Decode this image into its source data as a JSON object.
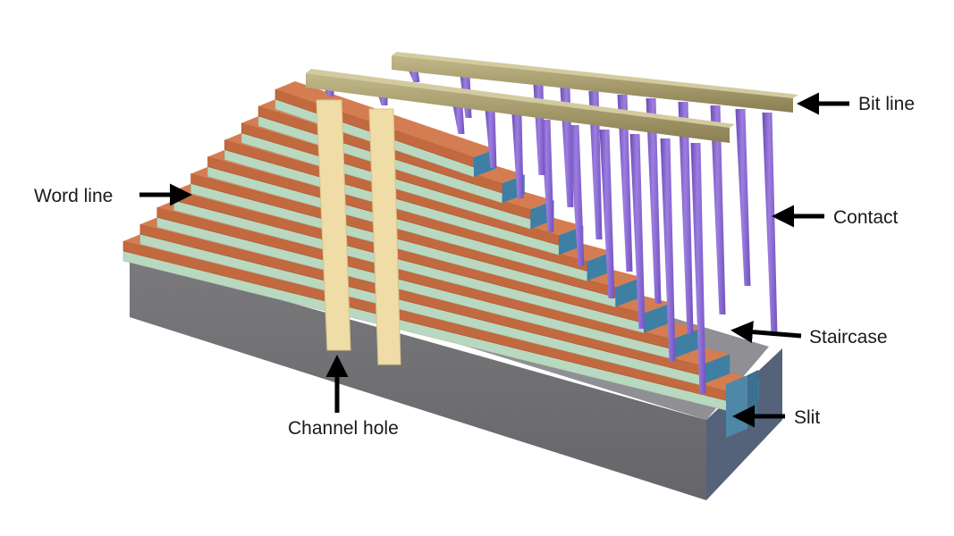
{
  "labels": {
    "bit_line": "Bit line",
    "contact": "Contact",
    "word_line": "Word line",
    "staircase": "Staircase",
    "slit": "Slit",
    "channel_hole": "Channel hole"
  },
  "colors": {
    "background": "#ffffff",
    "substrate_front": "#717174",
    "substrate_side": "#54627a",
    "substrate_top": "#8f8f94",
    "word_line_copper": "#c3693f",
    "insulator_mint": "#b9d8c0",
    "channel_hole": "#efdca6",
    "contact_purple": "#8b69cf",
    "bit_line_gold": "#a59a6c",
    "slit_blue": "#4f87a8",
    "arrow": "#000000"
  }
}
